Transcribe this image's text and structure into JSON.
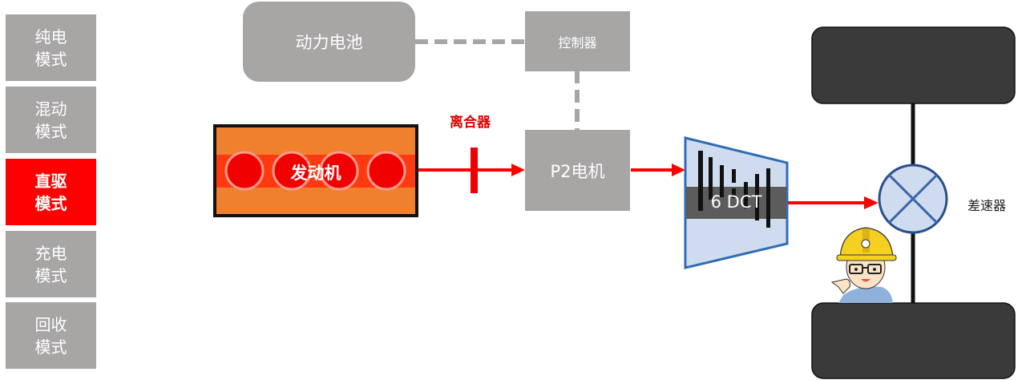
{
  "sidebar": {
    "modes": [
      {
        "line1": "纯电",
        "line2": "模式",
        "active": false
      },
      {
        "line1": "混动",
        "line2": "模式",
        "active": false
      },
      {
        "line1": "直驱",
        "line2": "模式",
        "active": true
      },
      {
        "line1": "充电",
        "line2": "模式",
        "active": false
      },
      {
        "line1": "回收",
        "line2": "模式",
        "active": false
      }
    ]
  },
  "diagram": {
    "battery_label": "动力电池",
    "controller_label": "控制器",
    "engine_label": "发动机",
    "clutch_label": "离合器",
    "p2_motor_label": "P2电机",
    "transmission_label": "6 DCT",
    "differential_label": "差速器"
  },
  "colors": {
    "active_mode": "#ff0000",
    "inactive_mode": "#a8a5a5",
    "power_flow": "#ff0000",
    "engine_fill": "#f07f2e",
    "wheel": "#3a3a3a",
    "transmission_fill": "#cfdcf0",
    "transmission_border": "#2e6db4"
  }
}
